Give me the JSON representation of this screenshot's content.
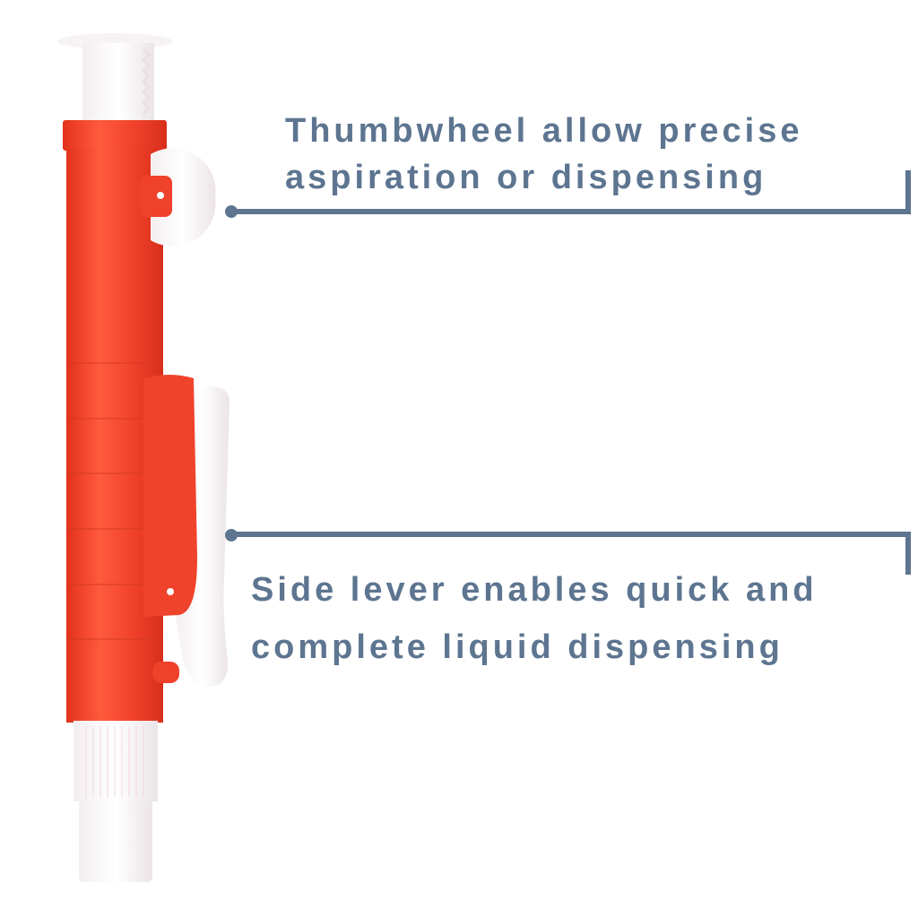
{
  "callouts": [
    {
      "id": "thumbwheel",
      "line1": "Thumbwheel allow precise",
      "line2": "aspiration or dispensing"
    },
    {
      "id": "side-lever",
      "line1": "Side lever enables quick and",
      "line2": "complete liquid dispensing"
    }
  ],
  "colors": {
    "text": "#5d7590",
    "body_red": "#f0412a",
    "white_parts": "#ffffff"
  },
  "product": {
    "name": "pipette-pump",
    "color": "red"
  }
}
